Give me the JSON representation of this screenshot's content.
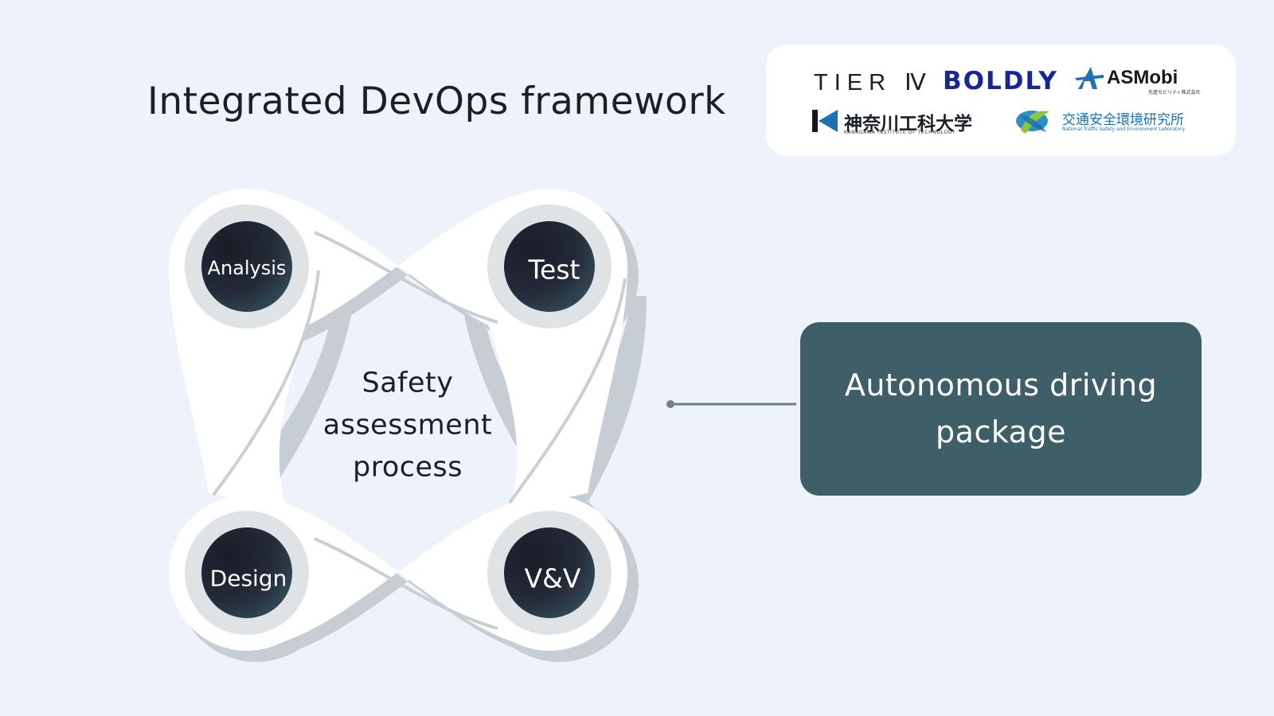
{
  "title": "Integrated DevOps framework",
  "logos": {
    "tier4": "TIER Ⅳ",
    "boldly": "BOLDLY",
    "asmobi": {
      "name": "ASMobi",
      "sub": "先進モビリティ株式会社"
    },
    "kait": {
      "name": "神奈川工科大学",
      "sub": "KANAGAWA INSTITUTE OF TECHNOLOGY"
    },
    "ntsel": {
      "name": "交通安全環境研究所",
      "sub": "National Traffic Safety and Environment Laboratory"
    }
  },
  "cycle": {
    "nodes": {
      "analysis": "Analysis",
      "test": "Test",
      "design": "Design",
      "vv": "V&V"
    },
    "center_lines": [
      "Safety",
      "assessment",
      "process"
    ]
  },
  "package": "Autonomous driving package",
  "colors": {
    "background": "#eef2fa",
    "package_box": "#3e5f68",
    "node_dark": "#1d2130",
    "node_teal": "#36555f",
    "connector": "#6c8288",
    "tier4_logo": "#1a1e28",
    "boldly_logo": "#16269a",
    "ntsel_logo": "#1d6fb6"
  }
}
